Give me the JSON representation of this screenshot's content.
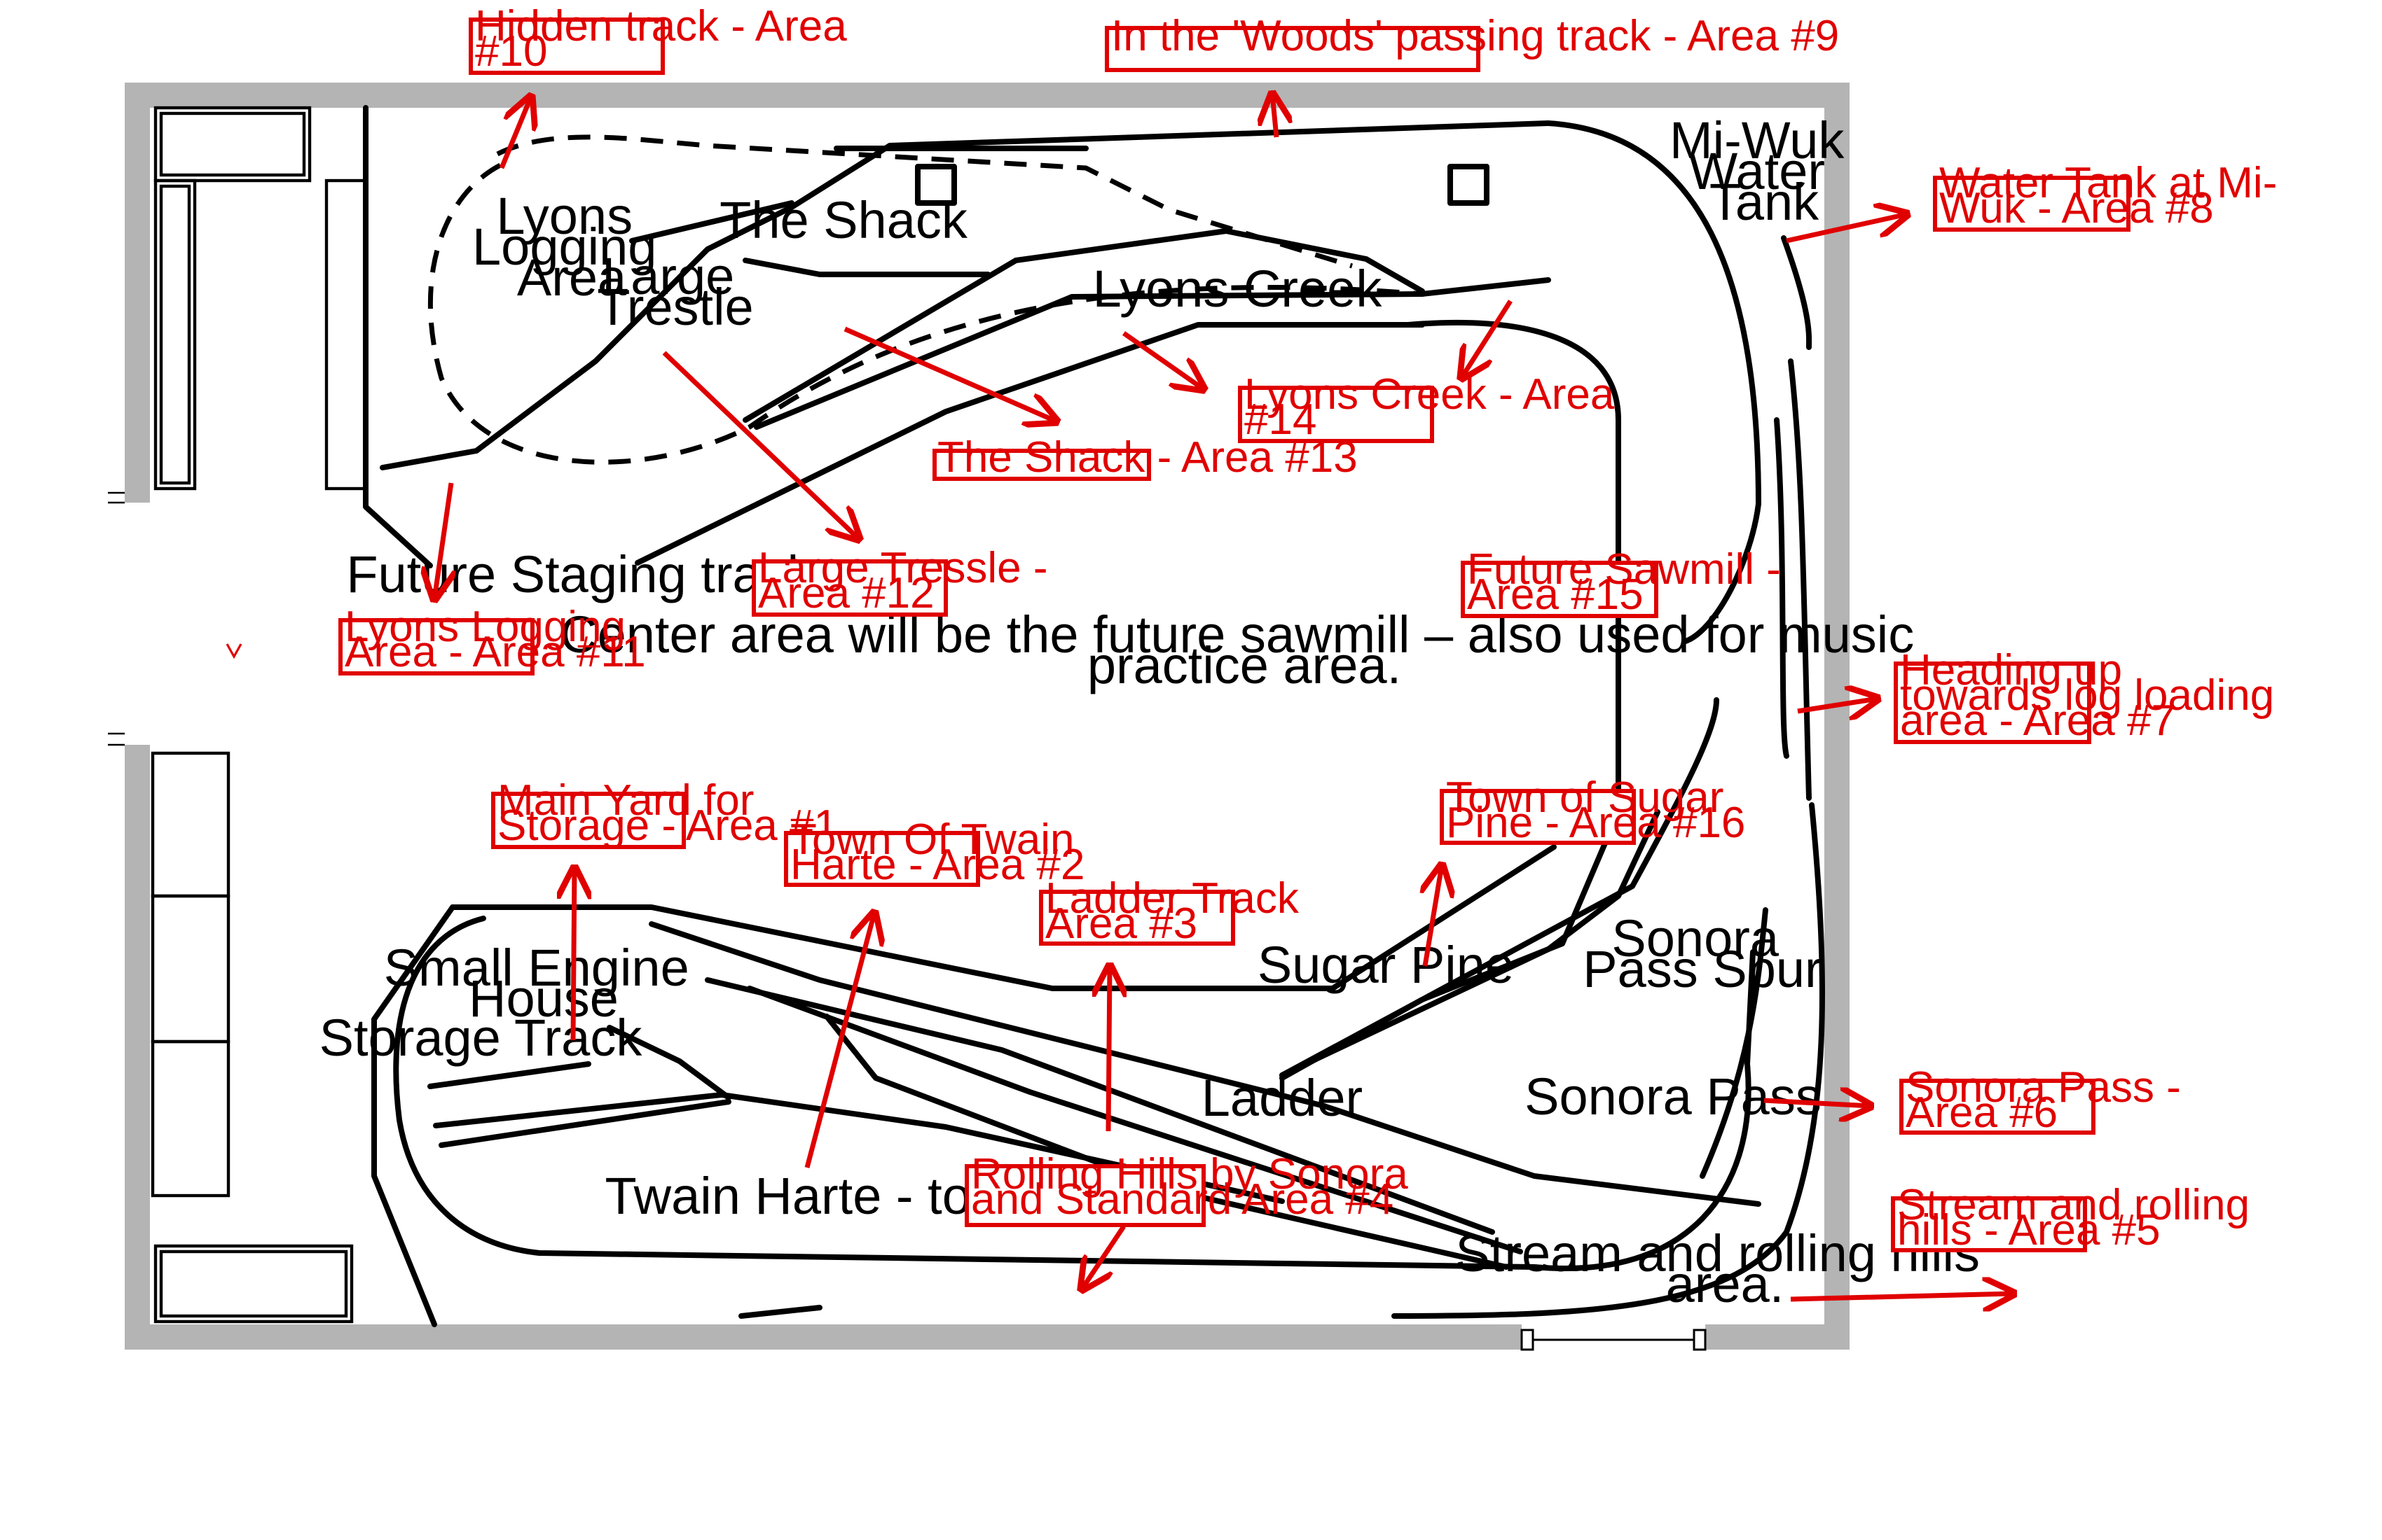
{
  "labels": {
    "lyons_logging": [
      "Lyons",
      "Logging",
      "Area"
    ],
    "large_trestle": [
      "Large",
      "Trestle"
    ],
    "the_shack": "The Shack",
    "lyons_creek": "Lyons Creek",
    "miwuk": [
      "Mi-Wuk",
      "Water",
      "Tank"
    ],
    "future_staging": "Future Staging tracks",
    "center": [
      "Center area will be the future sawmill – also used for music",
      "practice area."
    ],
    "small_engine": [
      "Small Engine",
      "House"
    ],
    "storage_track": "Storage Track",
    "twain_town": "Twain Harte - town",
    "ladder": "Ladder",
    "sugar_pine": "Sugar Pine",
    "sonora_spur": [
      "Sonora",
      "Pass Spur"
    ],
    "sonora_pass": "Sonora Pass",
    "stream": [
      "Stream and rolling hills",
      "area."
    ]
  },
  "areas": {
    "a10": [
      "Hidden track - Area",
      "#10"
    ],
    "a9": [
      "In the 'Woods' passing track - Area #9"
    ],
    "a8": [
      "Water Tank at Mi-",
      "Wuk - Area #8"
    ],
    "a14": [
      "Lyons Creek - Area",
      "#14"
    ],
    "a13": [
      "The Shack - Area #13"
    ],
    "a12": [
      "Large Tressle -",
      "Area #12"
    ],
    "a11": [
      "Lyons Logging",
      "Area - Area #11"
    ],
    "a15": [
      "Future Sawmill -",
      "Area #15"
    ],
    "a7": [
      "Heading up",
      "towards log loading",
      "area - Area #7"
    ],
    "a1": [
      "Main Yard for",
      "Storage - Area #1"
    ],
    "a2": [
      "Town Of Twain",
      "Harte - Area #2"
    ],
    "a3": [
      "Ladder Track",
      "Area #3"
    ],
    "a16": [
      "Town of Sugar",
      "Pine - Area #16"
    ],
    "a4": [
      "Rolling Hills by Sonora",
      "and Standard Area #4"
    ],
    "a6": [
      "Sonora Pass -",
      "Area #6"
    ],
    "a5": [
      "Stream and rolling",
      "hills - Area #5"
    ]
  },
  "colors": {
    "annotation": "#e00000",
    "wall": "#b4b4b4",
    "track": "#000000"
  }
}
